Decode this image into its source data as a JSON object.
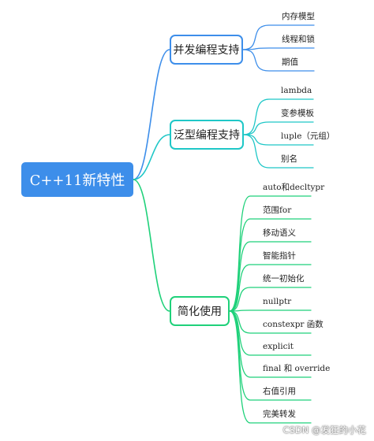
{
  "root": {
    "label": "C++11新特性"
  },
  "branches": [
    {
      "label": "并发编程支持",
      "color": "#3d8eea",
      "leaves": [
        "内存模型",
        "线程和锁",
        "期值"
      ]
    },
    {
      "label": "泛型编程支持",
      "color": "#1fc7c7",
      "leaves": [
        "lambda",
        "变参模板",
        "luple（元组）",
        "别名"
      ]
    },
    {
      "label": "简化使用",
      "color": "#1fd17a",
      "leaves": [
        "auto和decltypr",
        "范围for",
        "移动语义",
        "智能指针",
        "统一初始化",
        "nullptr",
        "constexpr 函数",
        "explicit",
        "final 和 override",
        "右值引用",
        "完美转发"
      ]
    }
  ],
  "watermark": "CSDN @发狂的小花"
}
